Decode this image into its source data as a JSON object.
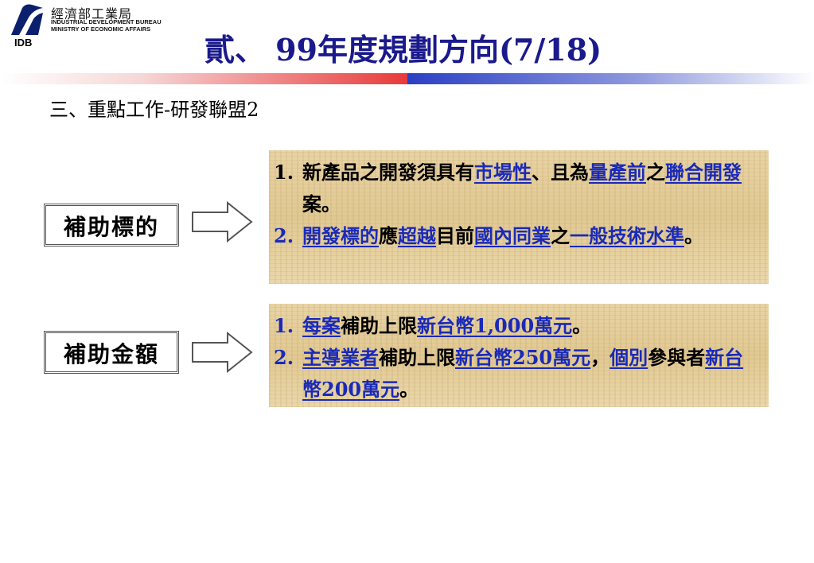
{
  "logo": {
    "name_cn": "經濟部工業局",
    "name_en_1": "INDUSTRIAL DEVELOPMENT BUREAU",
    "name_en_2": "MINISTRY OF ECONOMIC AFFAIRS",
    "abbr": "IDB"
  },
  "title": "貳、 99年度規劃方向(7/18)",
  "section": "三、重點工作-研發聯盟2",
  "blocks": [
    {
      "label": "補助標的",
      "items": [
        {
          "num": "1.",
          "segments": [
            {
              "text": "新產品之開發須具有",
              "hl": false
            },
            {
              "text": "市場性",
              "hl": true
            },
            {
              "text": "、且為",
              "hl": false
            },
            {
              "text": "量產前",
              "hl": true
            },
            {
              "text": "之",
              "hl": false
            },
            {
              "text": "聯合開發",
              "hl": true
            },
            {
              "text": "案。",
              "hl": false
            }
          ]
        },
        {
          "num": "2.",
          "segments": [
            {
              "text": "開發標的",
              "hl": true
            },
            {
              "text": "應",
              "hl": false
            },
            {
              "text": "超越",
              "hl": true
            },
            {
              "text": "目前",
              "hl": false
            },
            {
              "text": "國內同業",
              "hl": true
            },
            {
              "text": "之",
              "hl": false
            },
            {
              "text": "一般技術水準",
              "hl": true
            },
            {
              "text": "。",
              "hl": false
            }
          ]
        }
      ]
    },
    {
      "label": "補助金額",
      "items": [
        {
          "num": "1.",
          "segments": [
            {
              "text": "每案",
              "hl": true
            },
            {
              "text": "補助上限",
              "hl": false
            },
            {
              "text": "新台幣1,000萬元",
              "hl": true
            },
            {
              "text": "。",
              "hl": false
            }
          ]
        },
        {
          "num": "2.",
          "segments": [
            {
              "text": "主導業者",
              "hl": true
            },
            {
              "text": "補助上限",
              "hl": false
            },
            {
              "text": "新台幣250萬元",
              "hl": true
            },
            {
              "text": "，",
              "hl": false
            },
            {
              "text": "個別",
              "hl": true
            },
            {
              "text": "參與者",
              "hl": false
            },
            {
              "text": "新台幣200萬元",
              "hl": true
            },
            {
              "text": "。",
              "hl": false
            }
          ]
        }
      ]
    }
  ],
  "colors": {
    "title": "#1a1a8c",
    "highlight": "#1a2ab8",
    "panel": "#e4cf9e",
    "bar_red": "#e83a3a",
    "bar_blue": "#2b3fc4"
  }
}
